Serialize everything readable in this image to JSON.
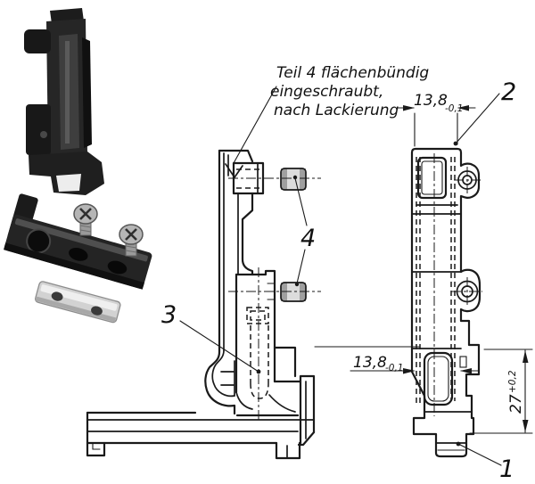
{
  "drawing": {
    "note": {
      "line1": "Teil 4  flächenbündig",
      "line2": "eingeschraubt,",
      "line3": "nach  Lackierung"
    },
    "dimensions": {
      "top_width": {
        "value": "13,8",
        "tolerance": "-0,1"
      },
      "bottom_width": {
        "value": "13,8",
        "tolerance": "-0,1"
      },
      "height": {
        "value": "27",
        "tolerance": "+0,2"
      }
    },
    "labels": {
      "part1": "1",
      "part2": "2",
      "part3": "3",
      "part4": "4"
    }
  },
  "colors": {
    "line": "#1a1a1a",
    "background": "#ffffff",
    "part_dark": "#212121",
    "part_highlight": "#4f4f4f",
    "screw_metal": "#b5b5b5",
    "alu_metal": "#d2d2d2"
  }
}
